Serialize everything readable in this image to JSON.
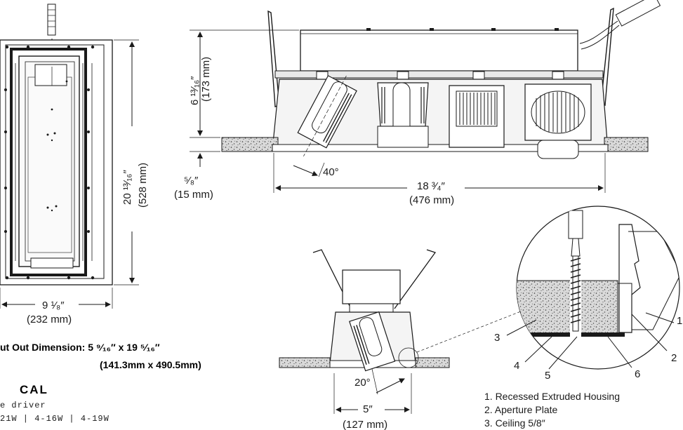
{
  "top_view": {
    "height_in": "20 ¹³⁄₁₆″",
    "height_mm": "(528 mm)",
    "width_in": "9 ¹⁄₈″",
    "width_mm": "(232  mm)"
  },
  "cut_out": {
    "line1": "ut Out Dimension: 5 ⁹⁄₁₆″ x  19 ⁵⁄₁₆″",
    "line2": "(141.3mm x 490.5mm)"
  },
  "electrical": {
    "title": "CAL",
    "line1": "e driver",
    "line2": "21W   |   4-16W   |   4-19W"
  },
  "side_view": {
    "height_in": "6 ¹³⁄₁₆″",
    "height_mm": "(173 mm)",
    "ceiling_in": "⁵⁄₈″",
    "ceiling_mm": "(15 mm)",
    "tilt": "40°",
    "length_in": "18 ³⁄₄″",
    "length_mm": "(476 mm)"
  },
  "end_view": {
    "tilt": "20°",
    "width_in": "5″",
    "width_mm": "(127 mm)"
  },
  "detail": {
    "callouts": [
      "3",
      "4",
      "5",
      "6",
      "2",
      "1"
    ]
  },
  "legend": {
    "items": [
      "1. Recessed Extruded Housing",
      "2. Aperture Plate",
      "3. Ceiling 5/8″"
    ]
  }
}
